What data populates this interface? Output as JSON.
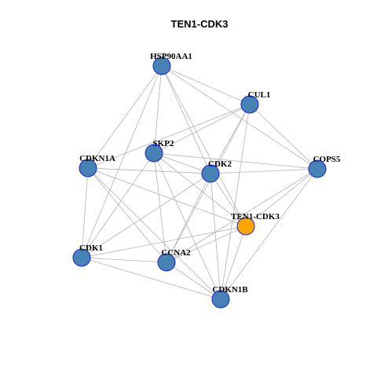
{
  "title": "TEN1-CDK3",
  "colors": {
    "node_fill": "#4682B4",
    "node_stroke": "#1C22D6",
    "focus_fill": "#FFA500",
    "edge": "#B3B3B3",
    "background": "#FFFFFF"
  },
  "nodes": [
    {
      "id": "HSP90AA1",
      "label": "HSP90AA1",
      "focus": false
    },
    {
      "id": "CUL1",
      "label": "CUL1",
      "focus": false
    },
    {
      "id": "SKP2",
      "label": "SKP2",
      "focus": false
    },
    {
      "id": "CDKN1A",
      "label": "CDKN1A",
      "focus": false
    },
    {
      "id": "CDK2",
      "label": "CDK2",
      "focus": false
    },
    {
      "id": "COPS5",
      "label": "COPS5",
      "focus": false
    },
    {
      "id": "TEN1-CDK3",
      "label": "TEN1-CDK3",
      "focus": true
    },
    {
      "id": "CDK1",
      "label": "CDK1",
      "focus": false
    },
    {
      "id": "CCNA2",
      "label": "CCNA2",
      "focus": false
    },
    {
      "id": "CDKN1B",
      "label": "CDKN1B",
      "focus": false
    }
  ],
  "edges": [
    [
      "HSP90AA1",
      "CUL1"
    ],
    [
      "HSP90AA1",
      "SKP2"
    ],
    [
      "HSP90AA1",
      "CDKN1A"
    ],
    [
      "HSP90AA1",
      "CDK2"
    ],
    [
      "HSP90AA1",
      "COPS5"
    ],
    [
      "HSP90AA1",
      "TEN1-CDK3"
    ],
    [
      "HSP90AA1",
      "CDK1"
    ],
    [
      "CUL1",
      "SKP2"
    ],
    [
      "CUL1",
      "CDKN1A"
    ],
    [
      "CUL1",
      "CDK2"
    ],
    [
      "CUL1",
      "COPS5"
    ],
    [
      "CUL1",
      "CCNA2"
    ],
    [
      "CUL1",
      "CDKN1B"
    ],
    [
      "SKP2",
      "CDK2"
    ],
    [
      "SKP2",
      "COPS5"
    ],
    [
      "SKP2",
      "CDK1"
    ],
    [
      "SKP2",
      "CCNA2"
    ],
    [
      "SKP2",
      "CDKN1B"
    ],
    [
      "SKP2",
      "TEN1-CDK3"
    ],
    [
      "CDKN1A",
      "CDK2"
    ],
    [
      "CDKN1A",
      "TEN1-CDK3"
    ],
    [
      "CDKN1A",
      "CDK1"
    ],
    [
      "CDKN1A",
      "CCNA2"
    ],
    [
      "CDKN1A",
      "CDKN1B"
    ],
    [
      "CDK2",
      "COPS5"
    ],
    [
      "CDK2",
      "TEN1-CDK3"
    ],
    [
      "CDK2",
      "CCNA2"
    ],
    [
      "CDK2",
      "CDKN1B"
    ],
    [
      "CDK2",
      "CDK1"
    ],
    [
      "COPS5",
      "TEN1-CDK3"
    ],
    [
      "COPS5",
      "CCNA2"
    ],
    [
      "COPS5",
      "CDKN1B"
    ],
    [
      "TEN1-CDK3",
      "CDK1"
    ],
    [
      "TEN1-CDK3",
      "CCNA2"
    ],
    [
      "TEN1-CDK3",
      "CDKN1B"
    ],
    [
      "CDK1",
      "CCNA2"
    ],
    [
      "CDK1",
      "CDKN1B"
    ],
    [
      "CCNA2",
      "CDKN1B"
    ]
  ]
}
